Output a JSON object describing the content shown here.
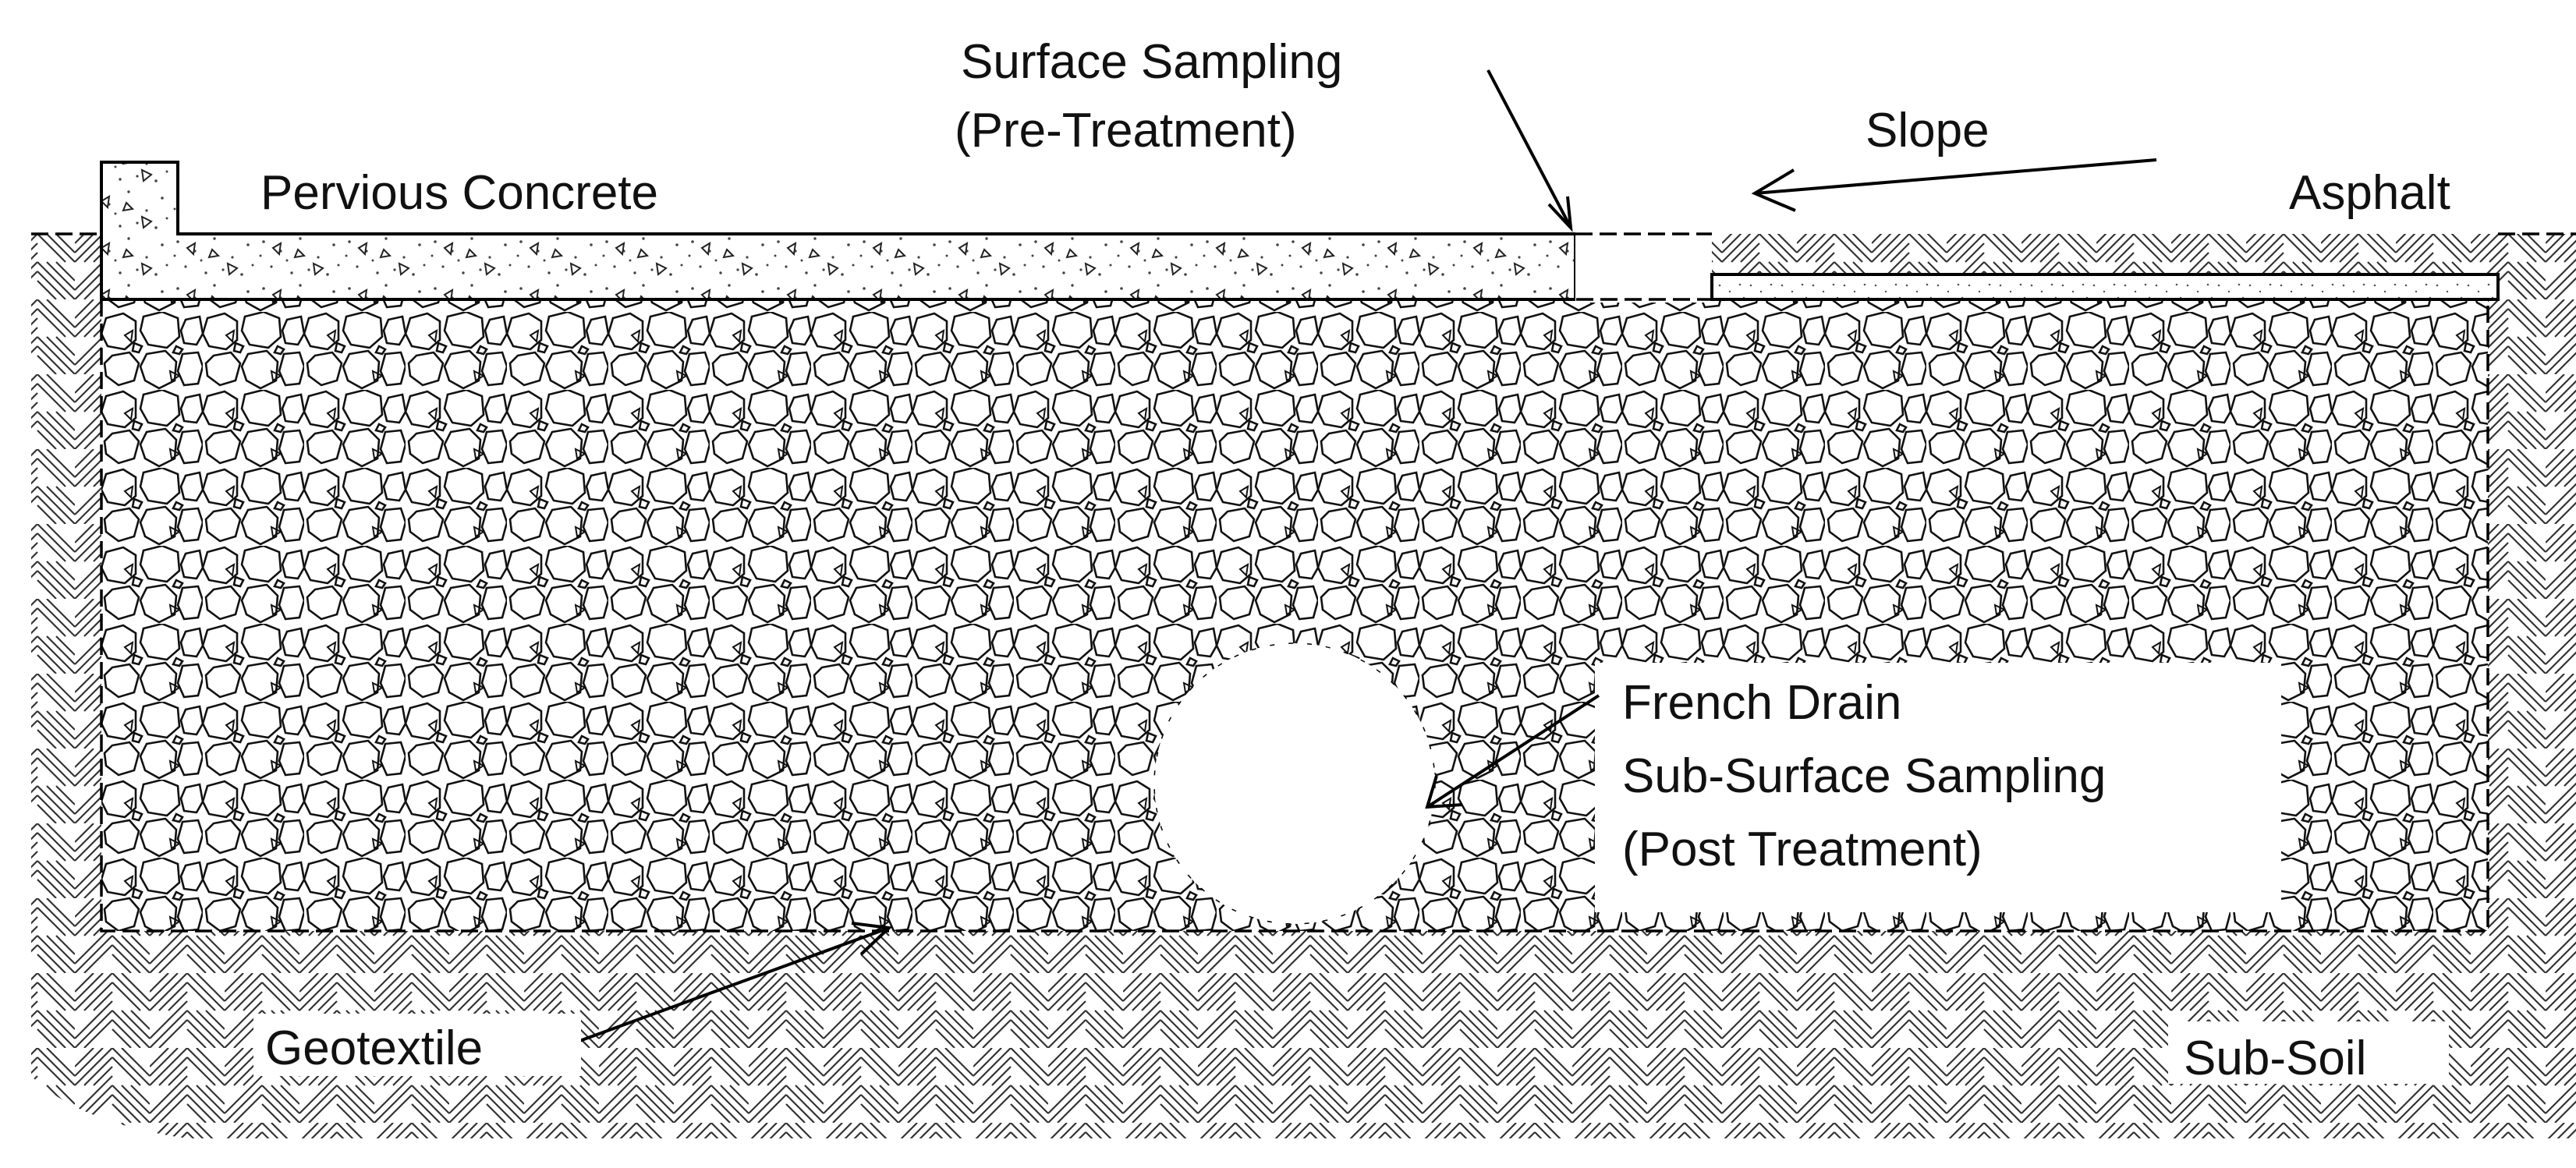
{
  "labels": {
    "pervious_concrete": "Pervious Concrete",
    "surface_sampling_line1": "Surface Sampling",
    "surface_sampling_line2": "(Pre-Treatment)",
    "slope": "Slope",
    "asphalt": "Asphalt",
    "french_drain_line1": "French Drain",
    "french_drain_line2": "Sub-Surface Sampling",
    "french_drain_line3": "(Post Treatment)",
    "geotextile": "Geotextile",
    "sub_soil": "Sub-Soil"
  },
  "layers": [
    {
      "id": "pervious-concrete",
      "material": "concrete"
    },
    {
      "id": "asphalt",
      "material": "asphalt"
    },
    {
      "id": "stone-reservoir",
      "material": "aggregate"
    },
    {
      "id": "sub-soil",
      "material": "soil"
    }
  ],
  "colors": {
    "ink": "#000000",
    "background": "#ffffff"
  }
}
